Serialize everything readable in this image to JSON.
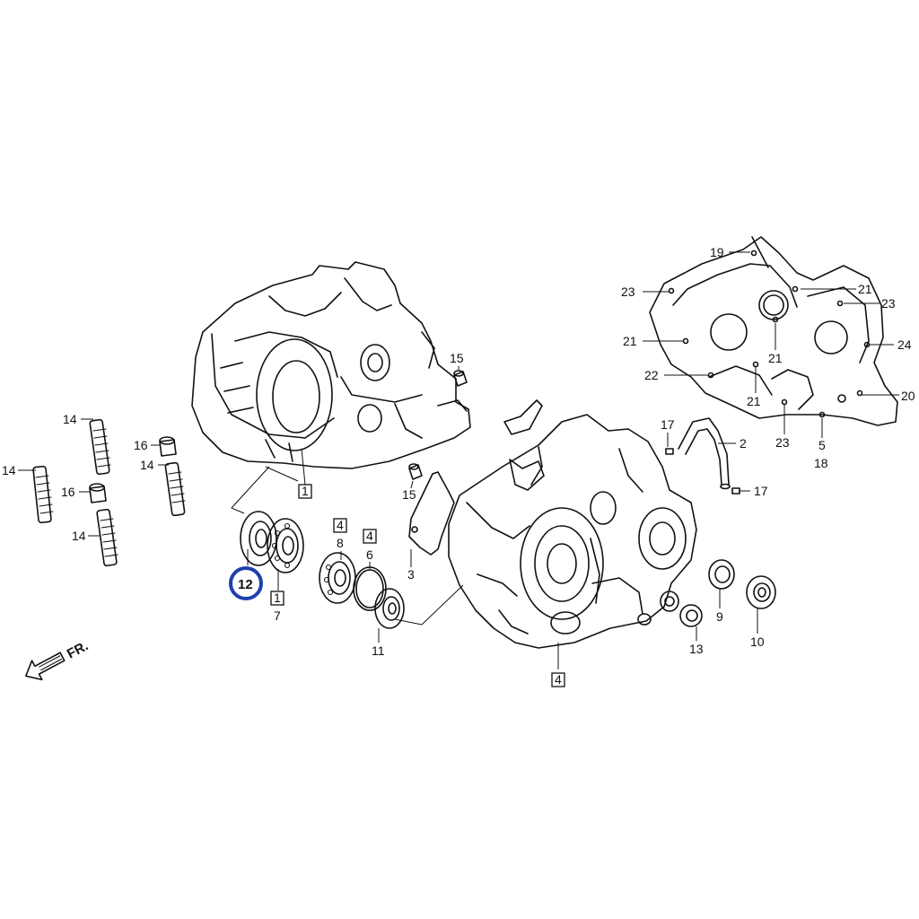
{
  "diagram": {
    "labels": [
      {
        "id": "19",
        "text": "19"
      },
      {
        "id": "23a",
        "text": "23"
      },
      {
        "id": "21a",
        "text": "21"
      },
      {
        "id": "23b",
        "text": "23"
      },
      {
        "id": "21b",
        "text": "21"
      },
      {
        "id": "21c",
        "text": "21"
      },
      {
        "id": "24",
        "text": "24"
      },
      {
        "id": "22",
        "text": "22"
      },
      {
        "id": "21d",
        "text": "21"
      },
      {
        "id": "20",
        "text": "20"
      },
      {
        "id": "23c",
        "text": "23"
      },
      {
        "id": "5",
        "text": "5"
      },
      {
        "id": "18",
        "text": "18"
      },
      {
        "id": "17a",
        "text": "17"
      },
      {
        "id": "2",
        "text": "2"
      },
      {
        "id": "17b",
        "text": "17"
      },
      {
        "id": "15a",
        "text": "15"
      },
      {
        "id": "15b",
        "text": "15"
      },
      {
        "id": "1a",
        "text": "1"
      },
      {
        "id": "14a",
        "text": "14"
      },
      {
        "id": "16a",
        "text": "16"
      },
      {
        "id": "14b",
        "text": "14"
      },
      {
        "id": "14c",
        "text": "14"
      },
      {
        "id": "16b",
        "text": "16"
      },
      {
        "id": "14d",
        "text": "14"
      },
      {
        "id": "12",
        "text": "12"
      },
      {
        "id": "1b",
        "text": "1"
      },
      {
        "id": "7",
        "text": "7"
      },
      {
        "id": "4a",
        "text": "4"
      },
      {
        "id": "8",
        "text": "8"
      },
      {
        "id": "4b",
        "text": "4"
      },
      {
        "id": "6",
        "text": "6"
      },
      {
        "id": "3",
        "text": "3"
      },
      {
        "id": "11",
        "text": "11"
      },
      {
        "id": "4c",
        "text": "4"
      },
      {
        "id": "9",
        "text": "9"
      },
      {
        "id": "13",
        "text": "13"
      },
      {
        "id": "10",
        "text": "10"
      }
    ],
    "direction_label": "FR.",
    "highlight_color": "#1f3fae"
  }
}
